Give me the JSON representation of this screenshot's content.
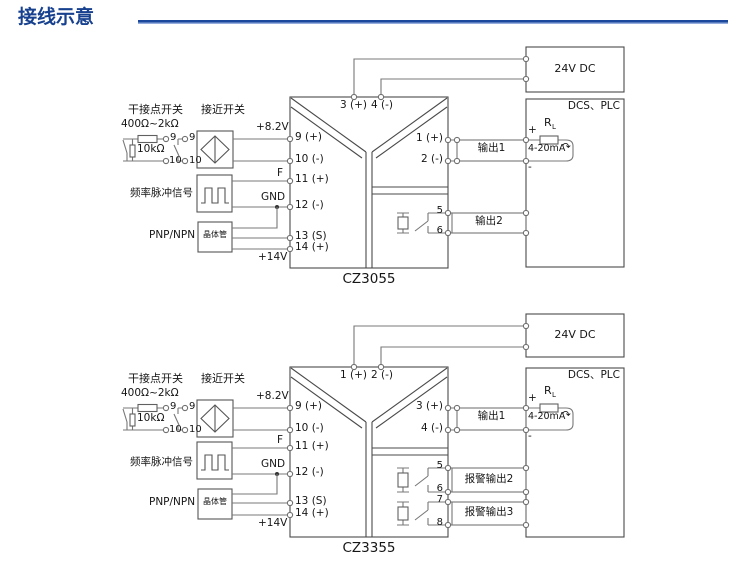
{
  "header": {
    "title": "接线示意"
  },
  "labels": {
    "dry_contact": "干接点开关",
    "proximity": "接近开关",
    "r_series": "400Ω~2kΩ",
    "r_parallel": "10kΩ",
    "n9": "9",
    "n10": "10",
    "v_excite": "+8.2V",
    "freq": "频率脉冲信号",
    "pnp": "PNP/NPN",
    "transistor": "晶体管",
    "f": "F",
    "gnd": "GND",
    "v14": "+14V",
    "t9": "9 (+)",
    "t10": "10 (-)",
    "t11": "11 (+)",
    "t12": "12 (-)",
    "t13": "13 (S)",
    "t14": "14 (+)",
    "plus": "+",
    "minus": "-",
    "r_load": "R",
    "r_load_sub": "L",
    "loop_current": "4-20mA",
    "loop_arrow": "↷",
    "supply": "24V DC",
    "host": "DCS、PLC"
  },
  "diagram1": {
    "model": "CZ3055",
    "power_pos": "3 (+)",
    "power_neg": "4 (-)",
    "out_pos": "1 (+)",
    "out_neg": "2 (-)",
    "relay_a": "5",
    "relay_b": "6",
    "output1": "输出1",
    "output2": "输出2"
  },
  "diagram2": {
    "model": "CZ3355",
    "power_pos": "1 (+)",
    "power_neg": "2 (-)",
    "out_pos": "3 (+)",
    "out_neg": "4 (-)",
    "relay_a": "5",
    "relay_b": "6",
    "relay_c": "7",
    "relay_d": "8",
    "output1": "输出1",
    "alarm2": "报警输出2",
    "alarm3": "报警输出3"
  }
}
